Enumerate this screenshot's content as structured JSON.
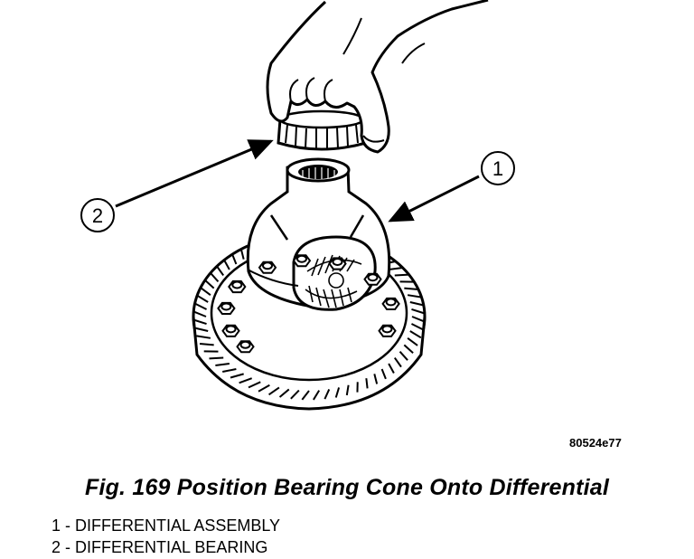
{
  "figure": {
    "code": "80524e77",
    "caption": "Fig. 169 Position Bearing Cone Onto Differential"
  },
  "callouts": [
    {
      "number": "1",
      "name": "DIFFERENTIAL ASSEMBLY"
    },
    {
      "number": "2",
      "name": "DIFFERENTIAL BEARING"
    }
  ],
  "legend": [
    "1 - DIFFERENTIAL ASSEMBLY",
    "2 - DIFFERENTIAL BEARING"
  ],
  "colors": {
    "ink": "#000000",
    "paper": "#ffffff"
  }
}
